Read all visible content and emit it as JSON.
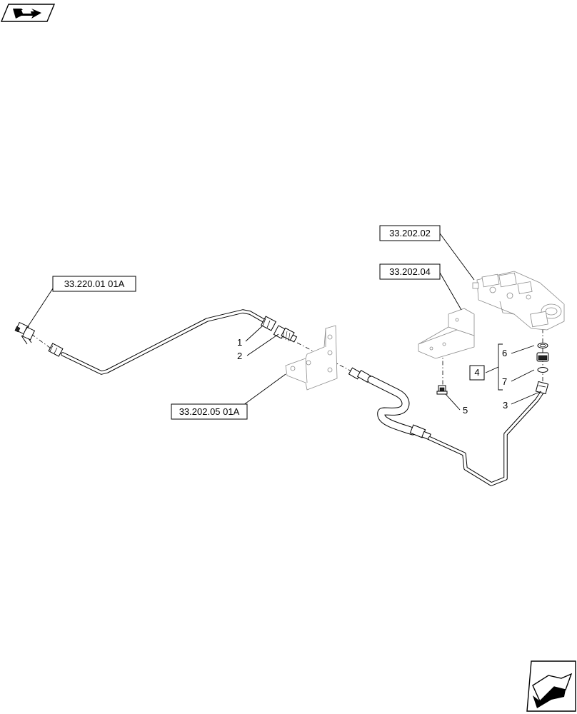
{
  "references": {
    "ref_33_220": "33.220.01 01A",
    "ref_33_202_02": "33.202.02",
    "ref_33_202_04": "33.202.04",
    "ref_33_202_05": "33.202.05 01A"
  },
  "callouts": {
    "c1": "1",
    "c2": "2",
    "c3": "3",
    "c4": "4",
    "c5": "5",
    "c6": "6",
    "c7": "7"
  },
  "icons": {
    "top_left": "previous-page-arrow-icon",
    "bottom_right": "next-page-arrow-icon"
  },
  "colors": {
    "ink": "#000000",
    "ghost": "#8a8a8a",
    "background": "#ffffff"
  }
}
